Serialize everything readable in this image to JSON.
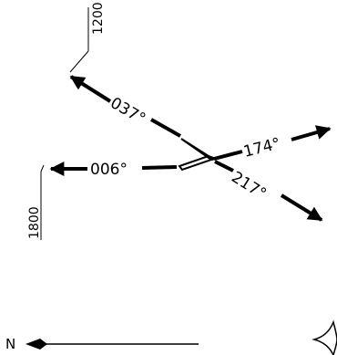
{
  "diagram": {
    "route_labels": {
      "r037": "037°",
      "r006": "006°",
      "r174": "174°",
      "r217": "217°"
    },
    "times": {
      "t1200": "1200",
      "t1800": "1800"
    },
    "compass": {
      "north_label": "N"
    },
    "colors": {
      "ink": "#000000",
      "background": "#ffffff"
    }
  }
}
